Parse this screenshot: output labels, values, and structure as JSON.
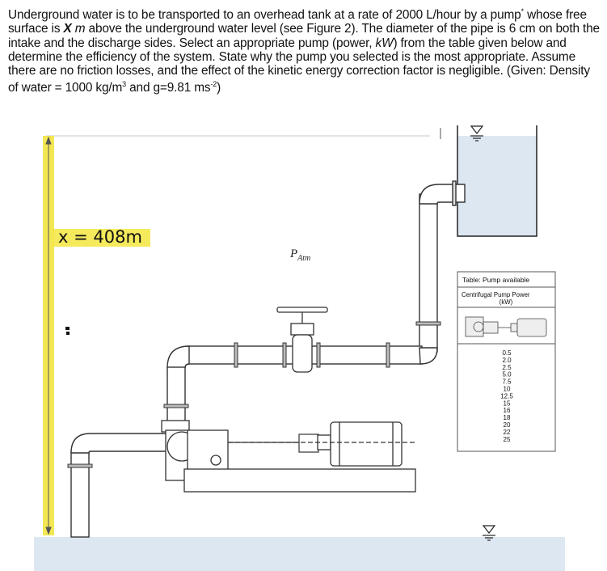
{
  "problem": {
    "part1": "Underground water is to be transported to an overhead tank at a rate of 2000 L/hour by a pump",
    "part1_mark": "*",
    "part2": " whose free surface is ",
    "x_var": "X",
    "part3": " m",
    "part4": " above the underground water level (see Figure 2). The diameter of the pipe is 6 cm on both the intake and the discharge sides. Select an appropriate pump (power, ",
    "kw": "kW",
    "part5": ") from the table given below and determine the efficiency of the system. State why the pump you selected is the most appropriate. Assume there are no friction losses, and the effect of the kinetic energy correction factor is negligible. (Given: Density of water = 1000 kg/m",
    "sup3": "3",
    "part6": " and g=9.81 ms",
    "supm2": "-2",
    "part7": ")"
  },
  "figure": {
    "patm_main": "P",
    "patm_sub": "Atm",
    "handwritten_x": "x = 408m",
    "table": {
      "title": "Table: Pump available",
      "header_line1": "Centrifugal Pump Power",
      "header_line2": "(kW)",
      "values": [
        "0.5",
        "2.0",
        "2.5",
        "5.0",
        "7.5",
        "10",
        "12.5",
        "15",
        "16",
        "18",
        "20",
        "22",
        "25"
      ]
    }
  },
  "colors": {
    "highlight": "#f2e640",
    "water": "#dde7f1",
    "pipe_stroke": "#333333"
  }
}
